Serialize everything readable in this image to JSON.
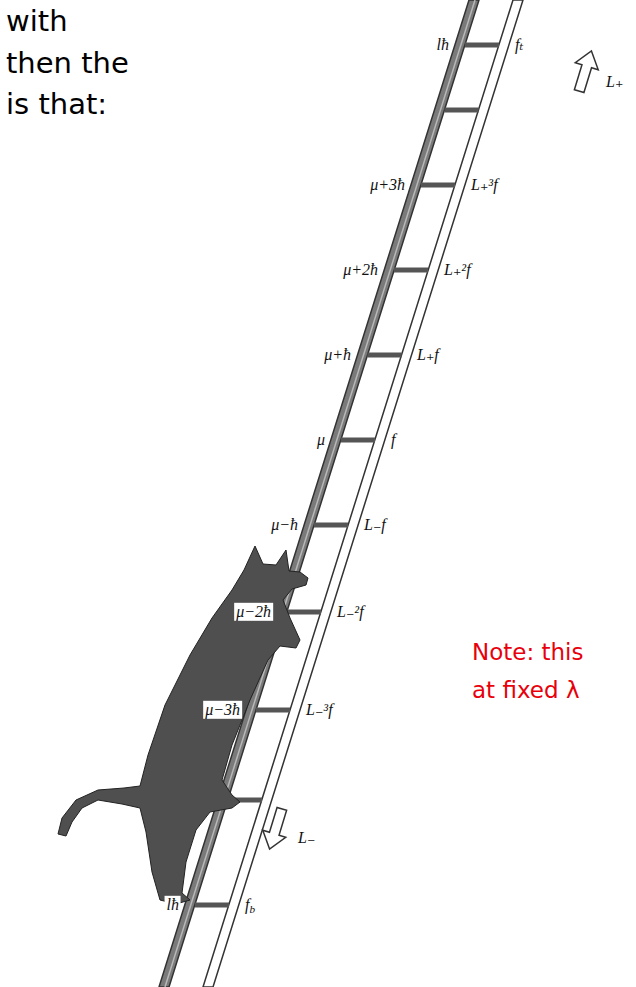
{
  "diagram": {
    "labels": [
      "with",
      "then the",
      "is that:",
      "lħ",
      "fₜ",
      "L₊",
      "μ+3ħ",
      "L₊³f",
      "μ+2ħ",
      "L₊²f",
      "μ+ħ",
      "L₊f",
      "μ",
      "f",
      "μ−ħ",
      "L₋f",
      "μ−2ħ",
      "L₋²f",
      "Note: this",
      "at fixed λ",
      "μ−3ħ",
      "L₋³f",
      "L₋",
      "lħ",
      "fb"
    ]
  }
}
